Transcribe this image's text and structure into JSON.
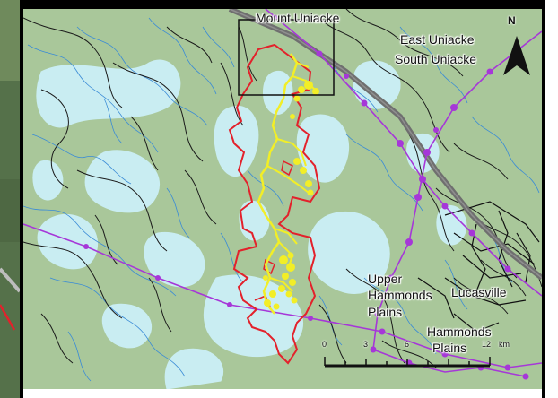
{
  "map": {
    "places": {
      "mount_uniacke": "Mount Uniacke",
      "east_uniacke": "East Uniacke",
      "south_uniacke": "South Uniacke",
      "upper_hammonds_1": "Upper",
      "upper_hammonds_2": "Hammonds",
      "upper_hammonds_3": "Plains",
      "lucasville": "Lucasville",
      "hammonds_1": "Hammonds",
      "hammonds_2": "Plains"
    },
    "north_arrow": {
      "letter": "N",
      "icon": "north-arrow-icon"
    },
    "scale_bar": {
      "ticks": [
        "0",
        "3",
        "6",
        "12"
      ],
      "unit": "km"
    },
    "colors": {
      "land": "#a9c79a",
      "water": "#c9edf2",
      "streams": "#3a8bd6",
      "roads": "#1a1a1a",
      "highway": "#6f6f6f",
      "power_line": "#a637d8",
      "boundary": "#e3212b",
      "trail": "#f2ee27"
    }
  }
}
